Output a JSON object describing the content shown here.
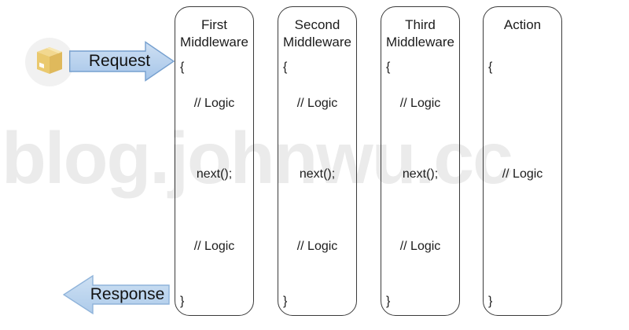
{
  "watermark": {
    "text": "blog.johnwu.cc"
  },
  "flow": {
    "request_label": "Request",
    "response_label": "Response"
  },
  "boxes": [
    {
      "title": "First Middleware",
      "code": {
        "open": "{",
        "logic_top": "// Logic",
        "middle": "next();",
        "logic_bottom": "// Logic",
        "close": "}"
      }
    },
    {
      "title": "Second Middleware",
      "code": {
        "open": "{",
        "logic_top": "// Logic",
        "middle": "next();",
        "logic_bottom": "// Logic",
        "close": "}"
      }
    },
    {
      "title": "Third Middleware",
      "code": {
        "open": "{",
        "logic_top": "// Logic",
        "middle": "next();",
        "logic_bottom": "// Logic",
        "close": "}"
      }
    },
    {
      "title": "Action",
      "code": {
        "open": "{",
        "middle": "// Logic",
        "close": "}"
      }
    }
  ],
  "colors": {
    "arrow_fill_light": "#cfe0f3",
    "arrow_fill_dark": "#a5c5e9",
    "request_arrow_border": "#76a0cf",
    "response_arrow_border": "#8fb3da",
    "box_border": "#3b3b3b",
    "watermark": "#ebebeb",
    "package_circle": "#f1f1f1",
    "package_box": "#e9c76f"
  }
}
